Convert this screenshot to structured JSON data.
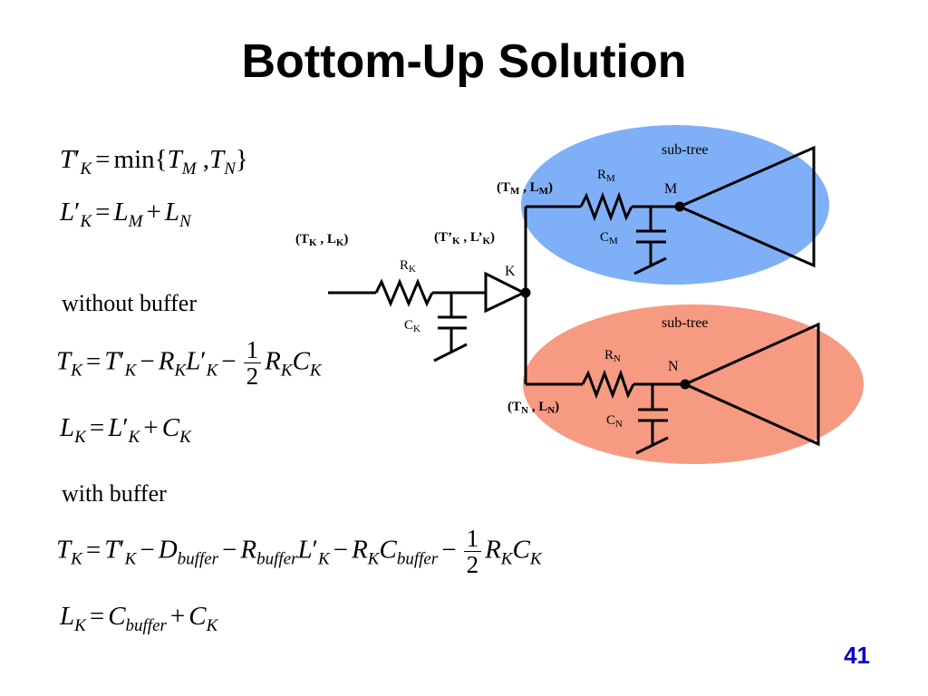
{
  "title": "Bottom-Up Solution",
  "page_number": "41",
  "labels": {
    "without_buffer": "without buffer",
    "with_buffer": "with buffer"
  },
  "equations": [
    "T′K = min{TM ,TN}",
    "L′K = LM + LN",
    "TK = T′K − RK L′K − 1/2 RK CK",
    "LK = L′K + CK",
    "TK = T′K − Dbuffer − Rbuffer L′K − RK Cbuffer − 1/2 RK CK",
    "LK = Cbuffer + CK"
  ],
  "diagram": {
    "subtree_label": "sub-tree",
    "node_k": "K",
    "node_m": "M",
    "node_n": "N",
    "colors": {
      "subtree_m": "#7fb0f7",
      "subtree_n": "#f79a82"
    }
  }
}
